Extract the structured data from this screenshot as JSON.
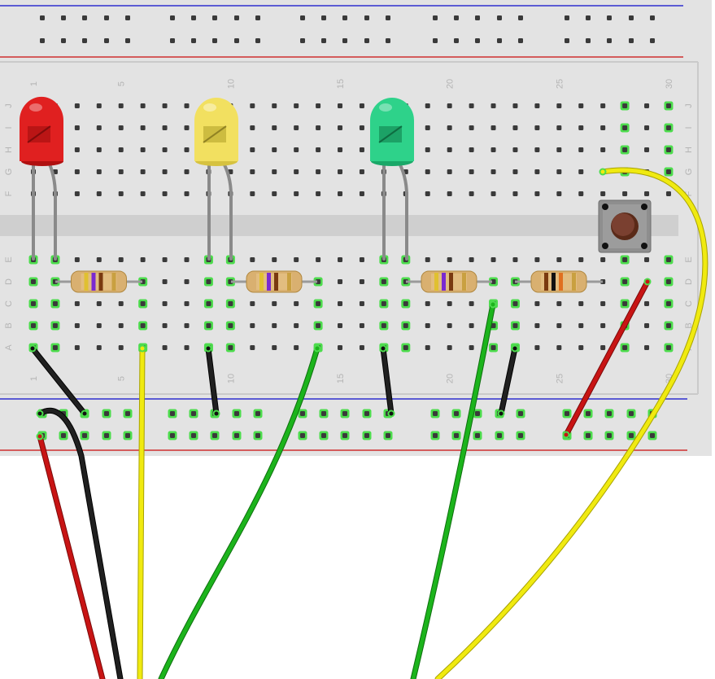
{
  "breadboard": {
    "column_numbers": [
      "1",
      "5",
      "10",
      "15",
      "20",
      "25",
      "30"
    ],
    "row_letters": [
      "J",
      "I",
      "H",
      "G",
      "F",
      "E",
      "D",
      "C",
      "B",
      "A"
    ],
    "colors": {
      "board": "#e3e3e3",
      "hole": "#3a3a3a",
      "connected_hole": "#4ddc4d",
      "rail_red": "#d03030",
      "rail_blue": "#3030d0"
    }
  },
  "components": {
    "leds": [
      {
        "name": "red-led",
        "color": "#e02020",
        "column": 1
      },
      {
        "name": "yellow-led",
        "color": "#f2e060",
        "column": 9
      },
      {
        "name": "green-led",
        "color": "#2ed28a",
        "column": 17
      }
    ],
    "resistors": [
      {
        "name": "resistor-red-led",
        "bands": [
          "#e0c030",
          "#7a2ad0",
          "#7a3a10"
        ]
      },
      {
        "name": "resistor-yellow-led",
        "bands": [
          "#e0c030",
          "#7a2ad0",
          "#7a3a10"
        ]
      },
      {
        "name": "resistor-green-led",
        "bands": [
          "#e0c030",
          "#7a2ad0",
          "#7a3a10"
        ]
      },
      {
        "name": "resistor-button",
        "bands": [
          "#7a3a10",
          "#111111",
          "#e07020"
        ]
      }
    ],
    "pushbutton": {
      "name": "pushbutton"
    }
  },
  "wires": {
    "colors": {
      "black": "#202020",
      "red": "#c81414",
      "yellow": "#f0ea10",
      "green": "#1cb41c"
    }
  }
}
